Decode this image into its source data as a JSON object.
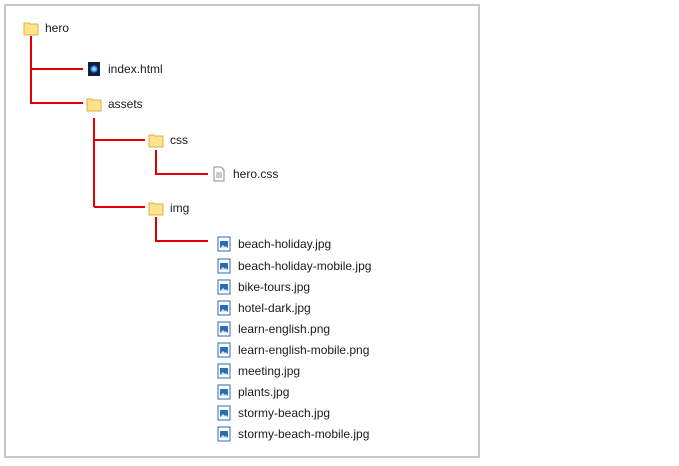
{
  "tree": {
    "root": {
      "label": "hero",
      "icon": "folder-icon"
    },
    "index": {
      "label": "index.html",
      "icon": "html-file-icon"
    },
    "assets": {
      "label": "assets",
      "icon": "folder-icon"
    },
    "css": {
      "label": "css",
      "icon": "folder-icon"
    },
    "css_file": {
      "label": "hero.css",
      "icon": "text-file-icon"
    },
    "img": {
      "label": "img",
      "icon": "folder-icon"
    },
    "images": [
      {
        "label": "beach-holiday.jpg",
        "icon": "image-file-icon"
      },
      {
        "label": "beach-holiday-mobile.jpg",
        "icon": "image-file-icon"
      },
      {
        "label": "bike-tours.jpg",
        "icon": "image-file-icon"
      },
      {
        "label": "hotel-dark.jpg",
        "icon": "image-file-icon"
      },
      {
        "label": "learn-english.png",
        "icon": "image-file-icon"
      },
      {
        "label": "learn-english-mobile.png",
        "icon": "image-file-icon"
      },
      {
        "label": "meeting.jpg",
        "icon": "image-file-icon"
      },
      {
        "label": "plants.jpg",
        "icon": "image-file-icon"
      },
      {
        "label": "stormy-beach.jpg",
        "icon": "image-file-icon"
      },
      {
        "label": "stormy-beach-mobile.jpg",
        "icon": "image-file-icon"
      }
    ]
  },
  "colors": {
    "connector": "#e00000",
    "folder": "#ffe28a",
    "folder_border": "#d9b24a",
    "frame": "#c8c8c8"
  }
}
